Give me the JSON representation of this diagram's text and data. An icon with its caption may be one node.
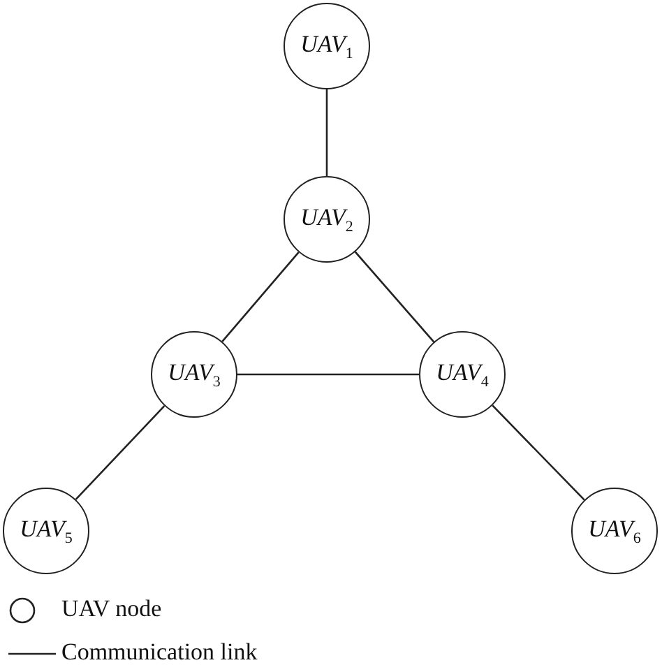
{
  "diagram": {
    "nodes": [
      {
        "text": [
          "*UAV*$_{1}$"
        ]
      },
      {
        "text": [
          "*UAV*$_{2}$"
        ]
      },
      {
        "text": [
          "*UAV*$_{3}$"
        ]
      },
      {
        "text": [
          "*UAV*$_{4}$"
        ]
      },
      {
        "text": [
          "*UAV*$_{5}$"
        ]
      },
      {
        "text": [
          "*UAV*$_{6}$"
        ]
      }
    ],
    "edges": [
      {
        "from": 0,
        "to": 1,
        "arrow": "none"
      },
      {
        "from": 1,
        "to": 2,
        "arrow": "none"
      },
      {
        "from": 1,
        "to": 3,
        "arrow": "none"
      },
      {
        "from": 2,
        "to": 3,
        "arrow": "none"
      },
      {
        "from": 2,
        "to": 4,
        "arrow": "none"
      },
      {
        "from": 3,
        "to": 5,
        "arrow": "none"
      }
    ],
    "legend": [
      {
        "text": "UAV node"
      },
      {
        "text": "Communication link"
      }
    ]
  }
}
